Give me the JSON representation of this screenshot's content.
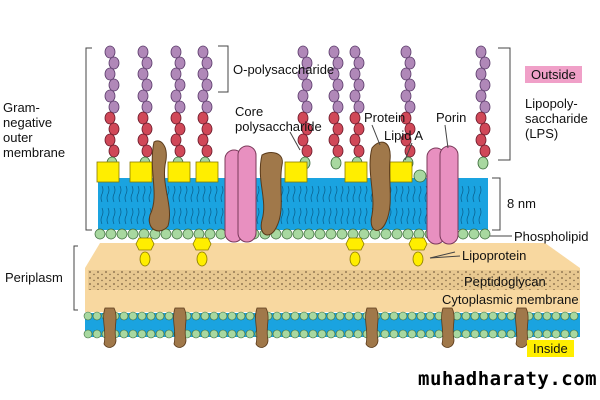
{
  "labels": {
    "outer_membrane": "Gram-\nnegative\nouter\nmembrane",
    "o_polysaccharide": "O-polysaccharide",
    "core_polysaccharide": "Core\npolysaccharide",
    "protein": "Protein",
    "lipid_a": "Lipid A",
    "porin": "Porin",
    "lps": "Lipopoly-\nsaccharide\n(LPS)",
    "outside": "Outside",
    "thickness": "8 nm",
    "phospholipid": "Phospholipid",
    "lipoprotein": "Lipoprotein",
    "periplasm": "Periplasm",
    "peptidoglycan": "Peptidoglycan",
    "cytoplasmic_membrane": "Cytoplasmic membrane",
    "inside": "Inside",
    "watermark": "muhadharaty.com"
  },
  "colors": {
    "membrane_blue": "#1aa3e0",
    "headgroup_green": "#a8d8a0",
    "lipid_a_yellow": "#ffee00",
    "o_chain_purple": "#b088b8",
    "core_red": "#d04858",
    "protein_brown": "#a0784a",
    "porin_pink": "#e890c0",
    "periplasm_tan": "#f8d8a0",
    "peptidoglycan_tan": "#e8c890",
    "outside_box": "#f0a0c8",
    "inside_box": "#ffee00"
  }
}
